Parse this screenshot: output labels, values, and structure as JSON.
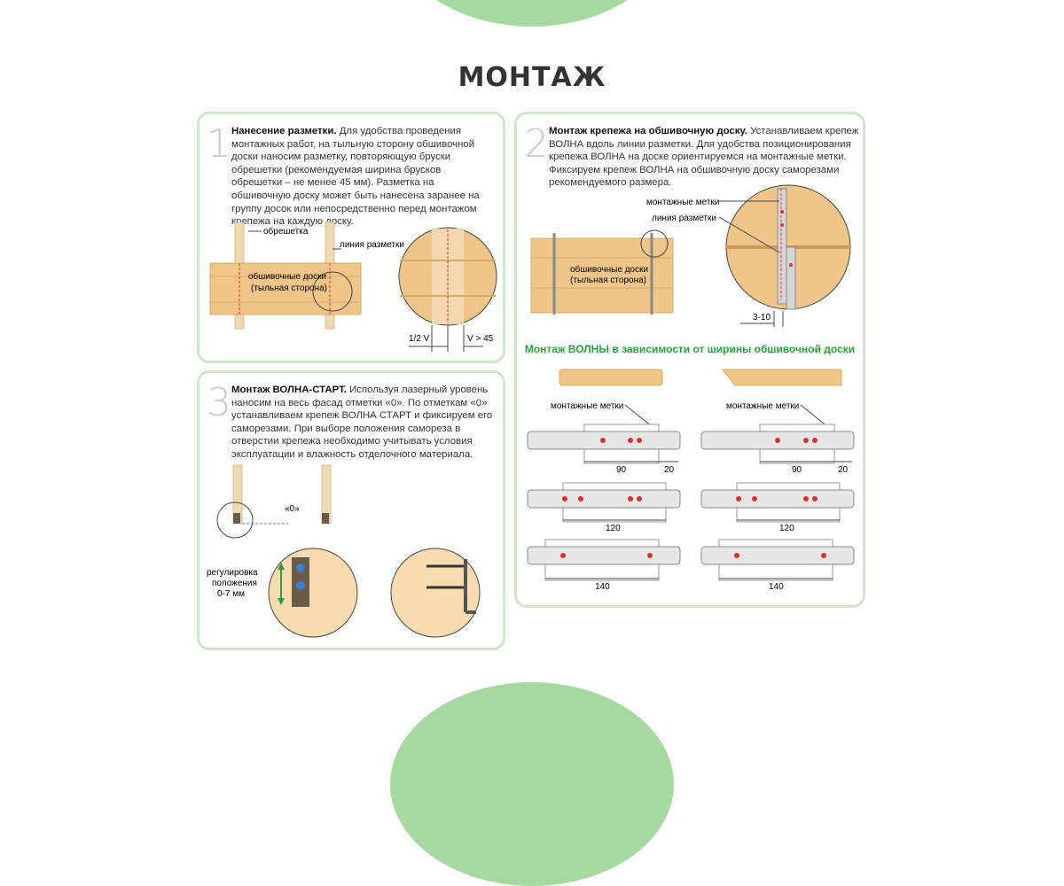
{
  "title": "МОНТАЖ",
  "steps": [
    {
      "number": "1",
      "heading": "Нанесение разметки.",
      "text": "Для удобства проведения монтажных работ, на тыльную сторону обшивочной доски наносим разметку, повторяющую бруски обрешетки (рекомендуемая ширина брусков обрешетки – не менее 45 мм). Разметка на обшивочную доску может быть нанесена заранее на группу досок или непосредственно перед монтажом крепежа на каждую доску.",
      "labels": {
        "batten": "обрешетка",
        "marking_line": "линия разметки",
        "boards_line1": "обшивочные доски",
        "boards_line2": "(тыльная сторона)",
        "half_v": "1/2 V",
        "v_min": "V > 45"
      }
    },
    {
      "number": "2",
      "heading": "Монтаж крепежа на обшивочную доску.",
      "text": "Устанавливаем крепеж ВОЛНА вдоль линии разметки. Для удобства позиционирования крепежа ВОЛНА на доске ориентируемся на монтажные метки. Фиксируем крепеж ВОЛНА на обшивочную доску саморезами рекомендуемого размера.",
      "labels": {
        "mount_marks": "монтажные метки",
        "marking_line": "линия разметки",
        "boards_line1": "обшивочные доски",
        "boards_line2": "(тыльная сторона)",
        "gap": "3-10"
      },
      "subheading": "Монтаж ВОЛНЫ в зависимости от ширины обшивочной доски",
      "dims": {
        "left_marks": "монтажные метки",
        "right_marks": "монтажные метки",
        "d90": "90",
        "d20": "20",
        "d120": "120",
        "d140": "140"
      }
    },
    {
      "number": "3",
      "heading": "Монтаж ВОЛНА-СТАРТ.",
      "text": "Используя лазерный уровень наносим на весь фасад отметки «0». По отметкам «0» устанавливаем крепеж ВОЛНА СТАРТ и фиксируем его саморезами. При выборе положения самореза в отверстии крепежа необходимо учитывать условия эксплуатации и влажность отделочного материала.",
      "labels": {
        "zero": "«0»",
        "adjust_line1": "регулировка",
        "adjust_line2": "положения",
        "adjust_line3": "0-7 мм"
      }
    }
  ],
  "colors": {
    "accent_green": "#2f9c3f",
    "panel_border": "#cfe6cb",
    "blob": "#a6d9a0",
    "wood": "#f0c58a",
    "marking_red": "#d9322b"
  }
}
